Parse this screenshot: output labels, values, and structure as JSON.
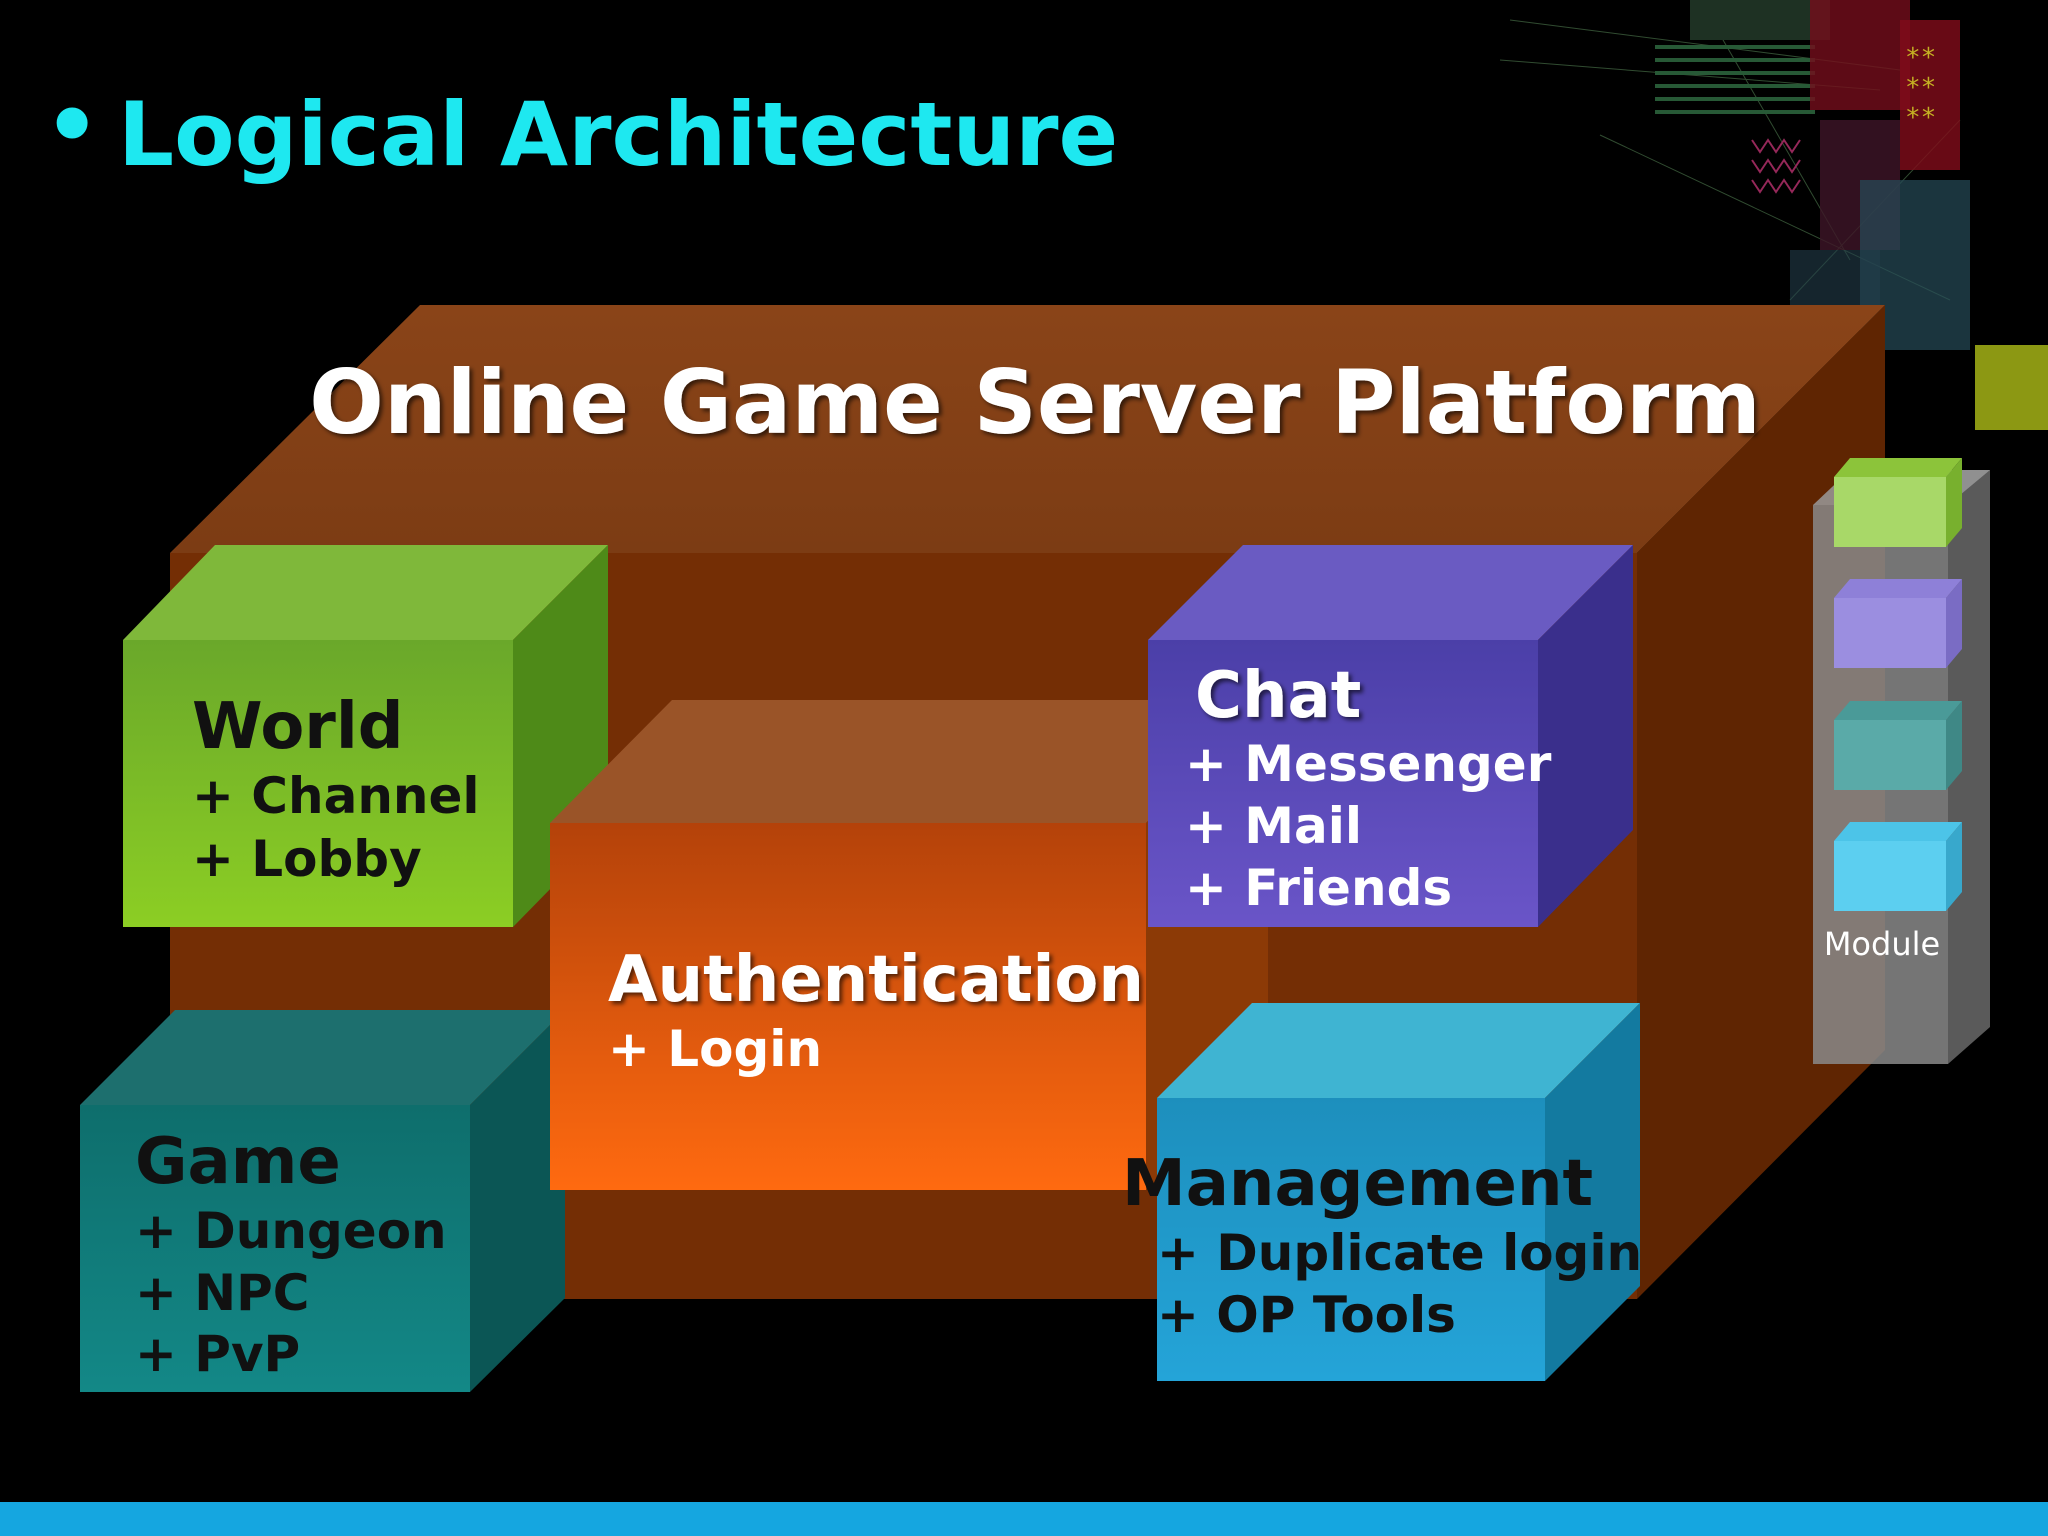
{
  "slide": {
    "bullet": "•",
    "title": "Logical Architecture"
  },
  "platform": {
    "title": "Online Game Server Platform"
  },
  "modules": {
    "world": {
      "title": "World",
      "items": [
        "+ Channel",
        "+ Lobby"
      ]
    },
    "game": {
      "title": "Game",
      "items": [
        "+ Dungeon",
        "+ NPC",
        "+ PvP"
      ]
    },
    "authentication": {
      "title": "Authentication",
      "items": [
        "+ Login"
      ]
    },
    "chat": {
      "title": "Chat",
      "items": [
        "+ Messenger",
        "+ Mail",
        "+ Friends"
      ]
    },
    "management": {
      "title": "Management",
      "items": [
        "+ Duplicate login",
        "+ OP Tools"
      ]
    }
  },
  "legend": {
    "label": "Module"
  },
  "colors": {
    "title_cyan": "#1ee8f0",
    "platform_brown": "#7a3508",
    "world_green": "#7cc225",
    "game_teal": "#0f7a78",
    "auth_orange": "#f5640c",
    "chat_purple": "#5b49b8",
    "management_blue": "#1a9cc9",
    "bottom_bar": "#15a6e0"
  }
}
